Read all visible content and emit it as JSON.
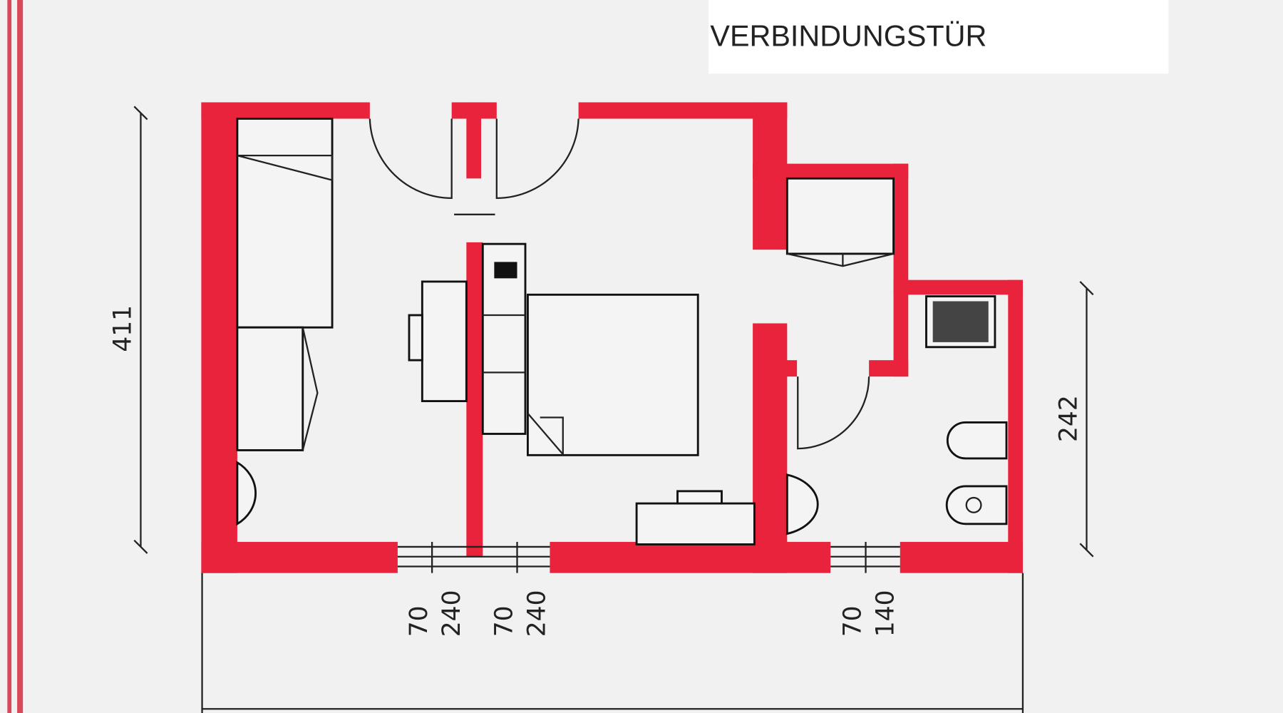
{
  "label": {
    "text": "VERBINDUNGSTÜR"
  },
  "dimensions": {
    "left_height": "411",
    "right_height": "242",
    "window1_top": "70",
    "window1_bottom": "240",
    "window2_top": "70",
    "window2_bottom": "240",
    "window3_top": "70",
    "window3_bottom": "140"
  },
  "colors": {
    "wall": "#e8233b",
    "background": "#f1f1f1"
  }
}
